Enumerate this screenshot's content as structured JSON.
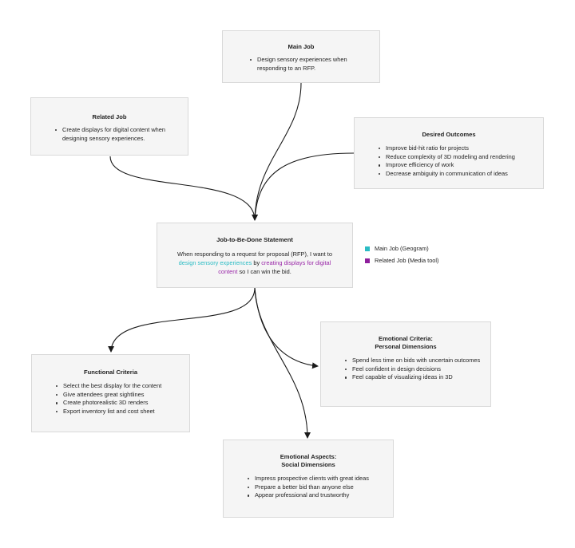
{
  "main_job": {
    "title": "Main Job",
    "items": [
      "Design sensory experiences when responding to an RFP."
    ]
  },
  "related_job": {
    "title": "Related Job",
    "items": [
      "Create displays for digital content when designing sensory experiences."
    ]
  },
  "desired_outcomes": {
    "title": "Desired Outcomes",
    "items": [
      "Improve bid-hit ratio for projects",
      "Reduce complexity of 3D modeling and rendering",
      "Improve efficiency of work",
      "Decrease ambiguity in communication of ideas"
    ]
  },
  "jtbd": {
    "title": "Job-to-Be-Done Statement",
    "part1": "When responding to a request for proposal (RFP), I want to ",
    "teal": "design sensory experiences",
    "part2": " by ",
    "purple": "creating displays for digital content",
    "part3": " so I can win the bid."
  },
  "legend": {
    "main": "Main Job (Geogram)",
    "related": "Related Job (Media tool)",
    "main_color": "#2bbcc4",
    "related_color": "#8e1f9c"
  },
  "functional": {
    "title": "Functional Criteria",
    "items": [
      "Select the best display for the content",
      "Give attendees great sightlines",
      "Create photorealistic 3D renders",
      "Export inventory list and cost sheet"
    ]
  },
  "emotional_personal": {
    "title_line1": "Emotional Criteria:",
    "title_line2": "Personal Dimensions",
    "items": [
      "Spend less time on bids with uncertain outcomes",
      "Feel confident in design decisions",
      "Feel capable of visualizing ideas in 3D"
    ]
  },
  "emotional_social": {
    "title_line1": "Emotional Aspects:",
    "title_line2": "Social Dimensions",
    "items": [
      "Impress prospective clients with great ideas",
      "Prepare a better bid than anyone else",
      "Appear professional and trustworthy"
    ]
  }
}
